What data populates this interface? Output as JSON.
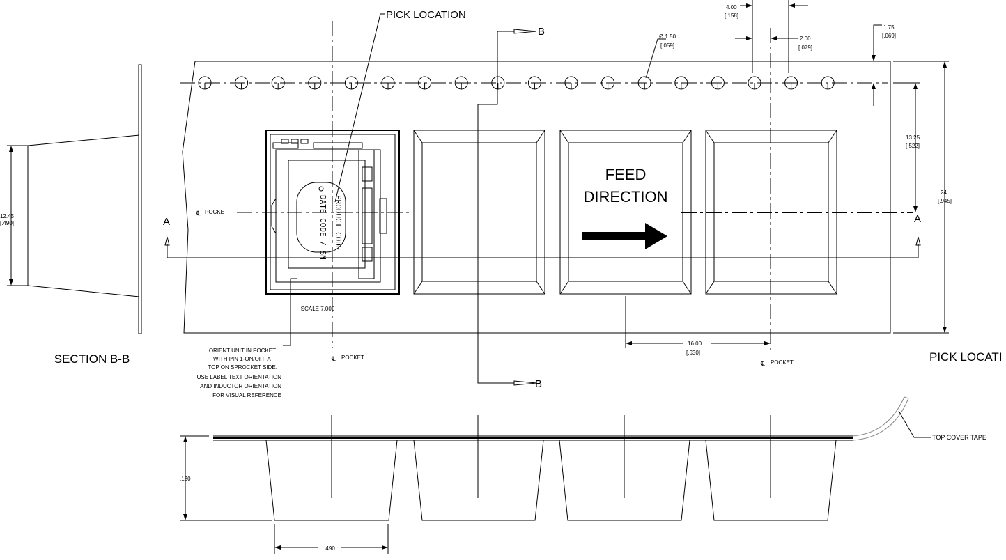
{
  "labels": {
    "pick_location_top": "PICK LOCATION",
    "pick_location_right": "PICK LOCATI",
    "section_b_b": "SECTION B-B",
    "section_marker_b": "B",
    "section_marker_a": "A",
    "feed_line1": "FEED",
    "feed_line2": "DIRECTION",
    "scale": "SCALE  7.000",
    "cl_symbol": "℄",
    "pocket": "POCKET",
    "top_cover_tape": "TOP COVER TAPE",
    "product_code": "PRODUCT CODE",
    "date_code": "DATE CODE / SN"
  },
  "note_lines": [
    "ORIENT UNIT IN POCKET",
    "WITH PIN 1-ON/OFF AT",
    "TOP ON SPROCKET SIDE.",
    "USE LABEL TEXT ORIENTATION",
    "AND INDUCTOR ORIENTATION",
    "FOR VISUAL REFERENCE"
  ],
  "dimensions": {
    "pitch_sprocket": {
      "mm": "4.00",
      "inch": "[.158]"
    },
    "hole_diameter": {
      "mm": "Ø 1.50",
      "inch": "[.059]"
    },
    "hole_to_pocket": {
      "mm": "2.00",
      "inch": "[.079]"
    },
    "edge_to_hole": {
      "mm": "1.75",
      "inch": "[.069]"
    },
    "hole_to_centerline": {
      "mm": "13.25",
      "inch": "[.522]"
    },
    "tape_width": {
      "mm": "24",
      "inch": "[.945]"
    },
    "pocket_pitch": {
      "mm": "16.00",
      "inch": "[.630]"
    },
    "section_pocket_height": {
      "mm": "12.45",
      "inch": "[.490]"
    },
    "pocket_depth": {
      "value": ".130"
    },
    "pocket_width": {
      "value": ".490"
    }
  }
}
